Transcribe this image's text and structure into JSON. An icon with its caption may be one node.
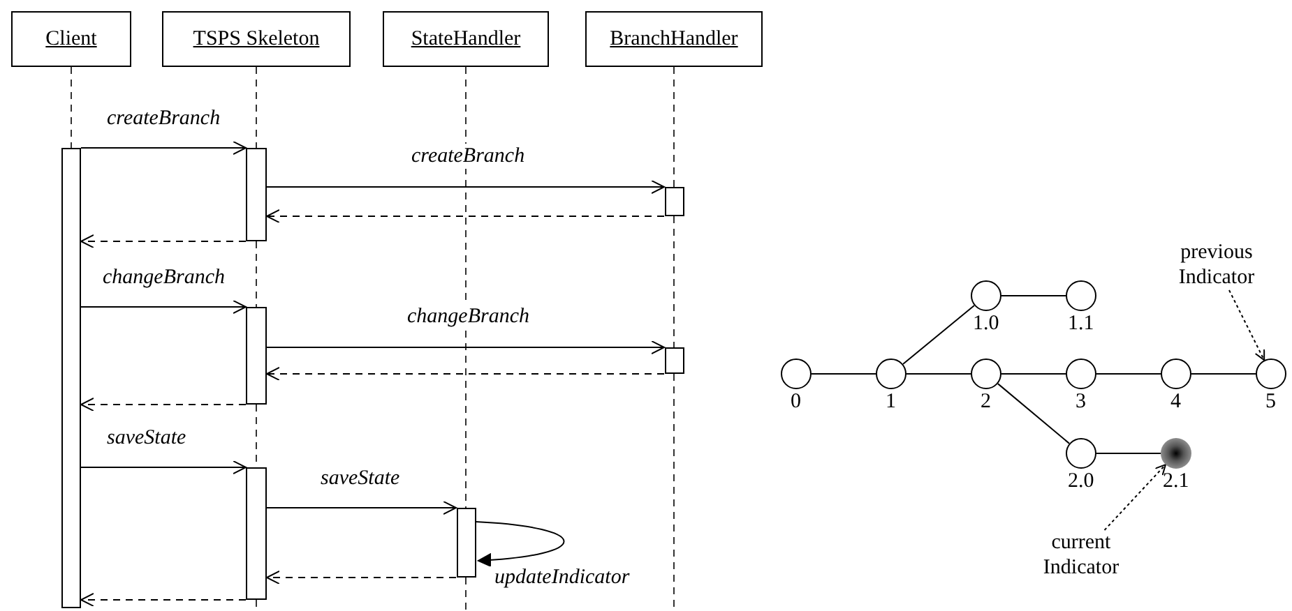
{
  "diagram": {
    "nodes": [
      {
        "text": [
          "Client"
        ]
      },
      {
        "text": [
          "TSPS Skeleton"
        ]
      },
      {
        "text": [
          "StateHandler"
        ]
      },
      {
        "text": [
          "BranchHandler"
        ]
      },
      {
        "text": [],
        "shape": "bar"
      },
      {
        "text": [],
        "shape": "bar"
      },
      {
        "text": [],
        "shape": "bar"
      },
      {
        "text": [],
        "shape": "bar"
      },
      {
        "text": [],
        "shape": "bar"
      },
      {
        "text": [],
        "shape": "bar"
      },
      {
        "text": [],
        "shape": "bar"
      },
      {
        "text": [],
        "shape": "circle",
        "beside": [
          "0"
        ]
      },
      {
        "text": [],
        "shape": "circle",
        "beside": [
          "1"
        ]
      },
      {
        "text": [],
        "shape": "circle",
        "beside": [
          "1.0"
        ]
      },
      {
        "text": [],
        "shape": "circle",
        "beside": [
          "1.1"
        ]
      },
      {
        "text": [],
        "shape": "circle",
        "beside": [
          "2"
        ]
      },
      {
        "text": [],
        "shape": "circle",
        "beside": [
          "3"
        ]
      },
      {
        "text": [],
        "shape": "circle",
        "beside": [
          "4"
        ]
      },
      {
        "text": [],
        "shape": "circle",
        "beside": [
          "5"
        ]
      },
      {
        "text": [],
        "shape": "circle",
        "beside": [
          "2.0"
        ]
      },
      {
        "text": [],
        "shape": "circle",
        "beside": [
          "2.1"
        ]
      },
      {
        "text": [
          "previous Indicator"
        ]
      },
      {
        "text": [
          "current Indicator"
        ]
      }
    ],
    "edges": [
      {
        "from": 4,
        "to": 5,
        "arrow": "to",
        "label": "createBranch"
      },
      {
        "from": 5,
        "to": 8,
        "arrow": "to",
        "label": "createBranch"
      },
      {
        "from": 8,
        "to": 5,
        "arrow": "to",
        "style": "dashed"
      },
      {
        "from": 5,
        "to": 4,
        "arrow": "to",
        "style": "dashed"
      },
      {
        "from": 4,
        "to": 6,
        "arrow": "to",
        "label": "changeBranch"
      },
      {
        "from": 6,
        "to": 9,
        "arrow": "to",
        "label": "changeBranch"
      },
      {
        "from": 9,
        "to": 6,
        "arrow": "to",
        "style": "dashed"
      },
      {
        "from": 6,
        "to": 4,
        "arrow": "to",
        "style": "dashed"
      },
      {
        "from": 4,
        "to": 7,
        "arrow": "to",
        "label": "saveState"
      },
      {
        "from": 7,
        "to": 10,
        "arrow": "to",
        "label": "saveState"
      },
      {
        "from": 10,
        "to": 10,
        "arrow": "to",
        "label": "updateIndicator"
      },
      {
        "from": 10,
        "to": 7,
        "arrow": "to",
        "style": "dashed"
      },
      {
        "from": 7,
        "to": 4,
        "arrow": "to",
        "style": "dashed"
      },
      {
        "from": 11,
        "to": 12,
        "arrow": "none"
      },
      {
        "from": 12,
        "to": 13,
        "arrow": "none"
      },
      {
        "from": 13,
        "to": 14,
        "arrow": "none"
      },
      {
        "from": 12,
        "to": 15,
        "arrow": "none"
      },
      {
        "from": 15,
        "to": 16,
        "arrow": "none"
      },
      {
        "from": 16,
        "to": 17,
        "arrow": "none"
      },
      {
        "from": 17,
        "to": 18,
        "arrow": "none"
      },
      {
        "from": 15,
        "to": 19,
        "arrow": "none"
      },
      {
        "from": 19,
        "to": 20,
        "arrow": "none"
      },
      {
        "from": 21,
        "to": 18,
        "arrow": "to",
        "style": "dashed"
      },
      {
        "from": 22,
        "to": 20,
        "arrow": "to",
        "style": "dashed"
      },
      {
        "from": 0,
        "to": 4,
        "arrow": "none",
        "style": "dashed"
      },
      {
        "from": 1,
        "to": 5,
        "arrow": "none",
        "style": "dashed"
      },
      {
        "from": 5,
        "to": 6,
        "arrow": "none",
        "style": "dashed"
      },
      {
        "from": 6,
        "to": 7,
        "arrow": "none",
        "style": "dashed"
      },
      {
        "from": 7,
        "to": null,
        "arrow": "none",
        "style": "dashed"
      },
      {
        "from": 2,
        "to": 10,
        "arrow": "none",
        "style": "dashed"
      },
      {
        "from": 10,
        "to": null,
        "arrow": "none",
        "style": "dashed"
      },
      {
        "from": 3,
        "to": 8,
        "arrow": "none",
        "style": "dashed"
      },
      {
        "from": 8,
        "to": 9,
        "arrow": "none",
        "style": "dashed"
      },
      {
        "from": 9,
        "to": null,
        "arrow": "none",
        "style": "dashed"
      }
    ]
  }
}
